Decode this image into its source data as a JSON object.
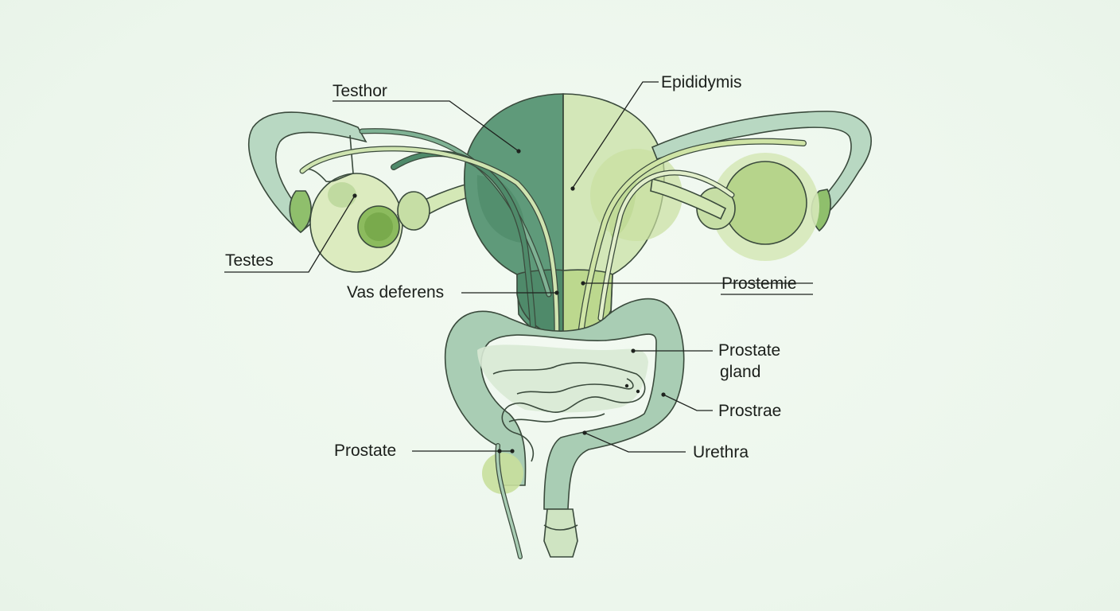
{
  "labels": {
    "testhor": "Testhor",
    "epididymis": "Epididymis",
    "testes": "Testes",
    "vas_deferens": "Vas deferens",
    "prostemie": "Prostemie",
    "prostate_gland_line1": "Prostate",
    "prostate_gland_line2": "gland",
    "prostrae": "Prostrae",
    "prostate": "Prostate",
    "urethra": "Urethra"
  },
  "colors": {
    "background": "#eef7ee",
    "dark_green": "#5f9a7a",
    "light_green": "#d3e7b8",
    "sage": "#a9cdb4",
    "yellow_green": "#cfe4a6",
    "olive": "#7fb25a",
    "line": "#1e221e"
  }
}
